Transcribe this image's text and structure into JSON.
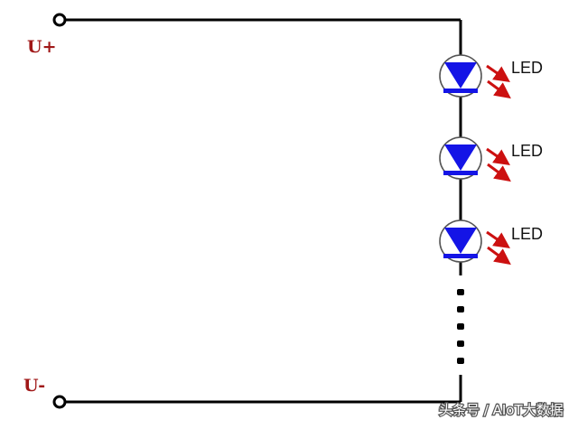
{
  "terminals": {
    "positive": "U+",
    "negative": "U-"
  },
  "leds": [
    {
      "label": "LED"
    },
    {
      "label": "LED"
    },
    {
      "label": "LED"
    }
  ],
  "watermark": "头条号 / AIoT大数据",
  "colors": {
    "wire": "#000000",
    "led_body": "#1414e6",
    "led_ring": "#555555",
    "arrow": "#cc1010",
    "terminal_text": "#a01818"
  }
}
